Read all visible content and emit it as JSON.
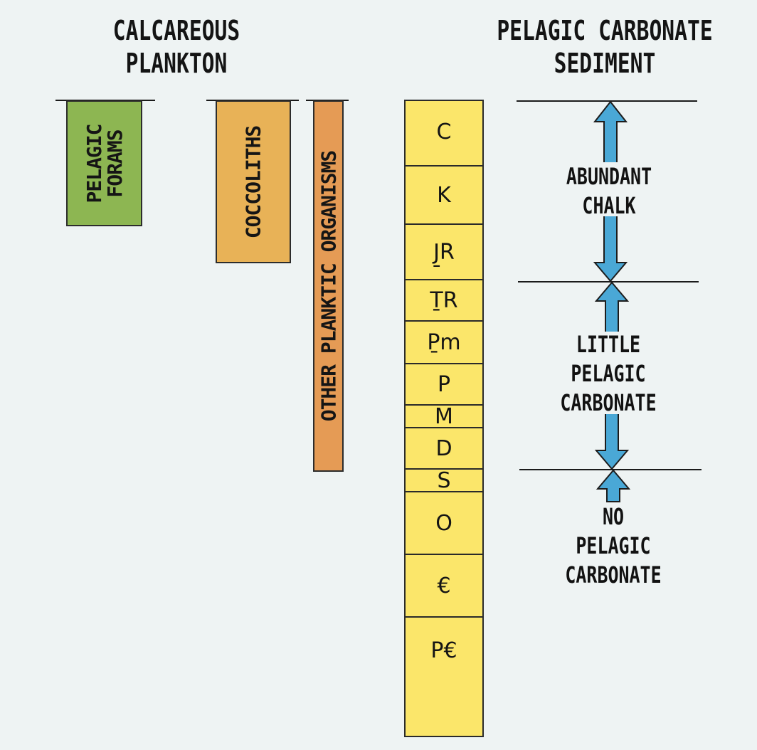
{
  "plankton": {
    "title_line1": "CALCAREOUS",
    "title_line2": "PLANKTON",
    "forams": {
      "line1": "PELAGIC",
      "line2": "FORAMS",
      "color": "#8db652"
    },
    "coccoliths": {
      "label": "COCCOLITHS",
      "color": "#e8b257"
    },
    "other": {
      "label": "OTHER PLANKTIC ORGANISMS",
      "color": "#e59b55"
    }
  },
  "periods": [
    "C",
    "K",
    "J̱R",
    "ṮR",
    "P̱m",
    "P",
    "M",
    "D",
    "S",
    "O",
    "€",
    "P€"
  ],
  "sediment": {
    "title_line1": "PELAGIC CARBONATE",
    "title_line2": "SEDIMENT",
    "abundant": [
      "ABUNDANT",
      "CHALK"
    ],
    "little": [
      "LITTLE",
      "PELAGIC",
      "CARBONATE"
    ],
    "none": [
      "NO",
      "PELAGIC",
      "CARBONATE"
    ],
    "arrow_color": "#4aa8d6"
  }
}
